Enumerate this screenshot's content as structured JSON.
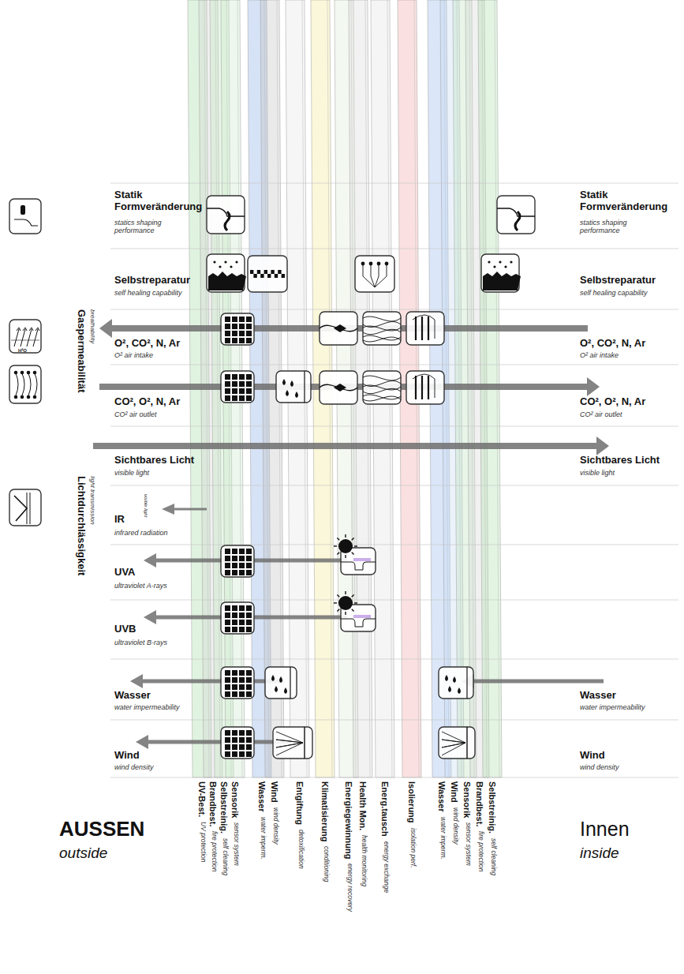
{
  "diagram": {
    "labels": [
      "Statik Formveränderung",
      "statics shaping performance",
      "Selbstreparatur",
      "self healing capability",
      "O², CO², N, Ar",
      "O² air intake",
      "CO², O², N, Ar",
      "CO² air outlet",
      "Sichtbares Licht",
      "visible light",
      "IR",
      "visible light",
      "infrared radiation",
      "UVA",
      "ultraviolet A-rays",
      "UVB",
      "ultraviolet B-rays",
      "Wasser",
      "water impermeability",
      "Wind",
      "wind density",
      "AUSSEN",
      "outside",
      "Gaspermeabilität",
      "breathability",
      "Lichtdurchlässigkeit",
      "light transmission",
      "H²O",
      "Statik Formveränderung",
      "statics shaping performance",
      "Selbstreparatur",
      "self healing capability",
      "O², CO², N, Ar",
      "O² air intake",
      "CO², O², N, Ar",
      "CO² air outlet",
      "Sichtbares Licht",
      "visible light",
      "Wasser",
      "water impermeability",
      "Wind",
      "wind density",
      "Innen",
      "inside",
      "UV-Best.",
      "UV protection",
      "Brandbest.",
      "fire protection",
      "Selbstreinig.",
      "self cleaning",
      "Sensorik",
      "sensor system",
      "Wasser",
      "water imperm.",
      "Wind",
      "wind density",
      "Entgiftung",
      "detoxification",
      "Klimatisierung",
      "conditioning",
      "Energiegewinnung",
      "energy recovery",
      "Health Mon.",
      "health monitoring",
      "Energ.tausch",
      "energy exchange",
      "Isolierung",
      "isolation perf.",
      "Wasser",
      "water imperm.",
      "Wind",
      "wind density",
      "Sensorik",
      "sensor system",
      "Brandbest.",
      "fire protection",
      "Selbstreinig.",
      "self cleaning"
    ]
  }
}
